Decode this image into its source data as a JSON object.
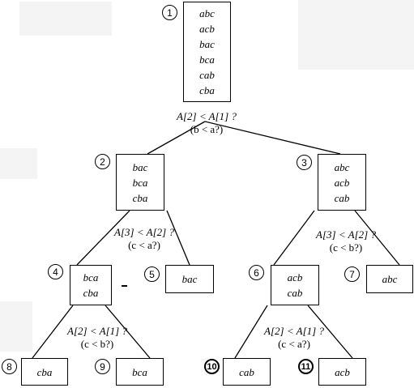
{
  "nodes": {
    "n1": {
      "number": "1",
      "perms": [
        "abc",
        "acb",
        "bac",
        "bca",
        "cab",
        "cba"
      ]
    },
    "n2": {
      "number": "2",
      "perms": [
        "bac",
        "bca",
        "cba"
      ]
    },
    "n3": {
      "number": "3",
      "perms": [
        "abc",
        "acb",
        "cab"
      ]
    },
    "n4": {
      "number": "4",
      "perms": [
        "bca",
        "cba"
      ]
    },
    "n5": {
      "number": "5",
      "perms": [
        "bac"
      ]
    },
    "n6": {
      "number": "6",
      "perms": [
        "acb",
        "cab"
      ]
    },
    "n7": {
      "number": "7",
      "perms": [
        "abc"
      ]
    },
    "n8": {
      "number": "8",
      "perms": [
        "cba"
      ]
    },
    "n9": {
      "number": "9",
      "perms": [
        "bca"
      ]
    },
    "n10": {
      "number": "10",
      "perms": [
        "cab"
      ]
    },
    "n11": {
      "number": "11",
      "perms": [
        "acb"
      ]
    }
  },
  "comparisons": {
    "c1": {
      "test": "A[2] < A[1] ?",
      "relation": "(b < a?)"
    },
    "c2": {
      "test": "A[3] < A[2] ?",
      "relation": "(c < a?)"
    },
    "c3": {
      "test": "A[3] < A[2] ?",
      "relation": "(c < b?)"
    },
    "c4": {
      "test": "A[2] < A[1] ?",
      "relation": "(c < b?)"
    },
    "c6": {
      "test": "A[2] < A[1] ?",
      "relation": "(c < a?)"
    }
  }
}
